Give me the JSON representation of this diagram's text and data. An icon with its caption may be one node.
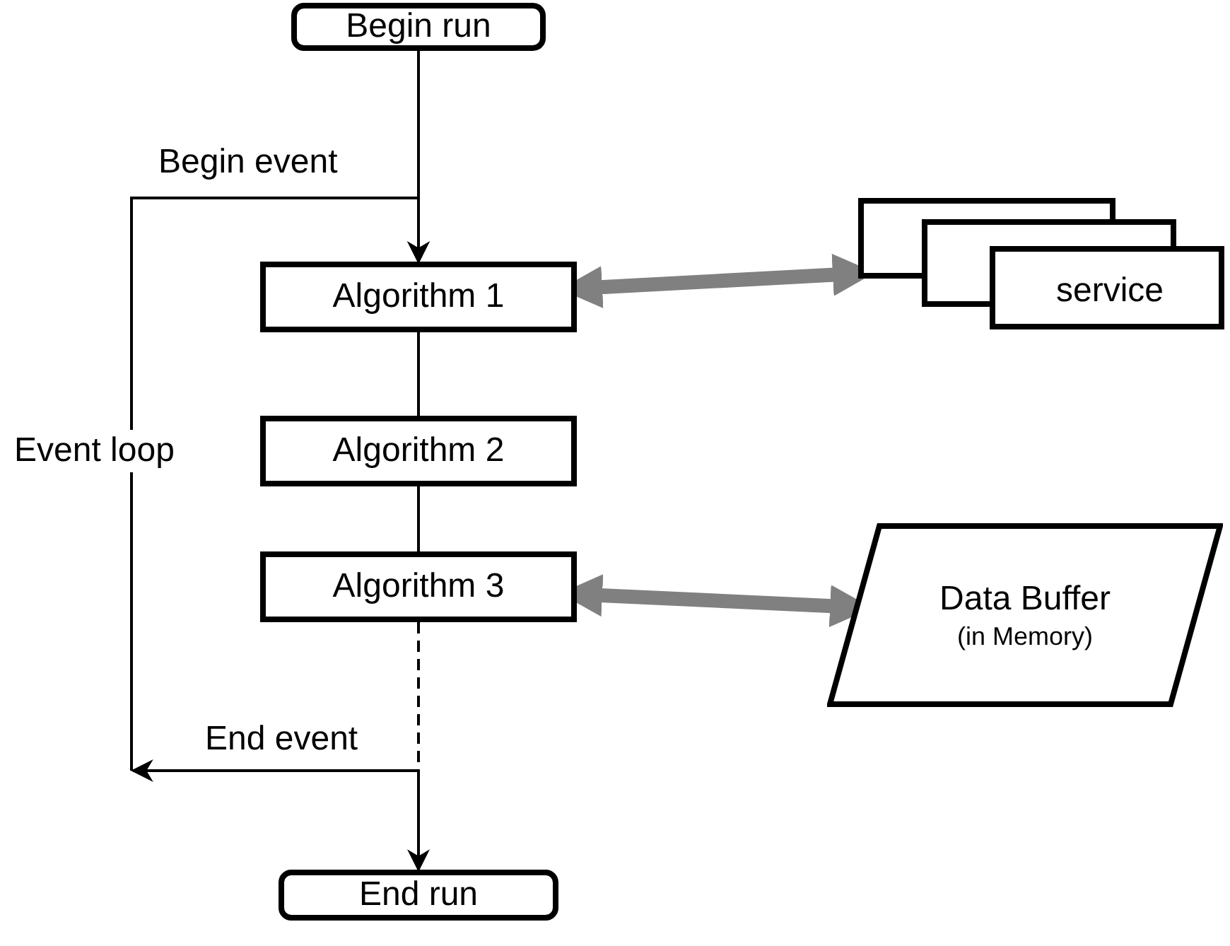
{
  "diagram": {
    "nodes": [
      {
        "text": [
          "Begin run"
        ]
      },
      {
        "text": [
          "Algorithm 1"
        ]
      },
      {
        "text": [
          "Algorithm 2"
        ]
      },
      {
        "text": [
          "Algorithm 3"
        ]
      },
      {
        "text": [
          "End run"
        ]
      },
      {
        "text": [
          "service"
        ]
      },
      {
        "text": [
          "Data Buffer",
          "(in Memory)"
        ]
      }
    ],
    "edges": [
      {
        "from": 0,
        "to": 1,
        "arrow": "to"
      },
      {
        "from": 1,
        "to": 2,
        "arrow": "none"
      },
      {
        "from": 2,
        "to": 3,
        "arrow": "none"
      },
      {
        "from": 3,
        "to": 4,
        "arrow": "to",
        "style": "dashed"
      },
      {
        "from": 3,
        "to": null,
        "arrow": "to",
        "style": "dashed",
        "label": "End event"
      },
      {
        "from": null,
        "to": 1,
        "arrow": "to",
        "label": "Begin event"
      },
      {
        "from": 1,
        "to": 5,
        "arrow": "both",
        "style": "thick",
        "color": "#808080"
      },
      {
        "from": 3,
        "to": 6,
        "arrow": "both",
        "style": "thick",
        "color": "#808080"
      }
    ],
    "labels": [
      "Event loop"
    ]
  }
}
